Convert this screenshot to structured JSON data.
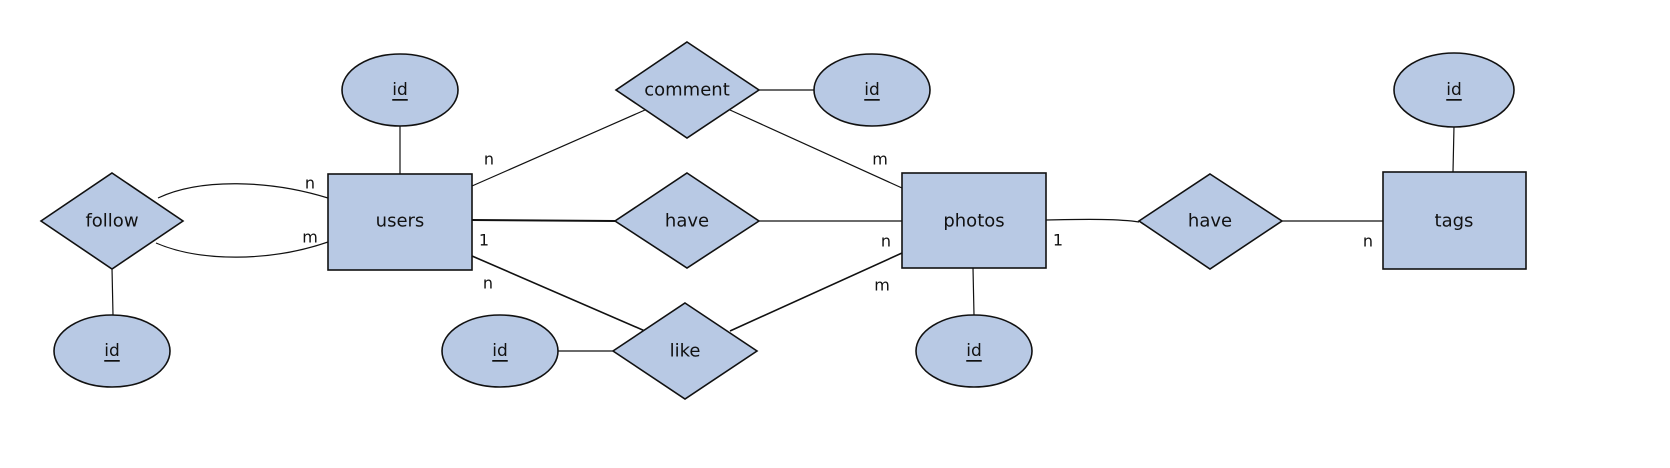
{
  "diagram": {
    "entities": {
      "users": "users",
      "photos": "photos",
      "tags": "tags"
    },
    "relationships": {
      "follow": "follow",
      "comment": "comment",
      "have_users_photos": "have",
      "like": "like",
      "have_photos_tags": "have"
    },
    "attributes": {
      "users_id": "id",
      "comment_id": "id",
      "tags_id": "id",
      "follow_id": "id",
      "like_id": "id",
      "photos_id": "id"
    },
    "cardinalities": {
      "follow_users_top": "n",
      "follow_users_bottom": "m",
      "comment_users": "n",
      "comment_photos": "m",
      "have_users": "1",
      "have_photos": "n",
      "like_users": "n",
      "like_photos": "m",
      "have2_photos": "1",
      "have2_tags": "n"
    },
    "fill_color": "#b8c9e4"
  }
}
